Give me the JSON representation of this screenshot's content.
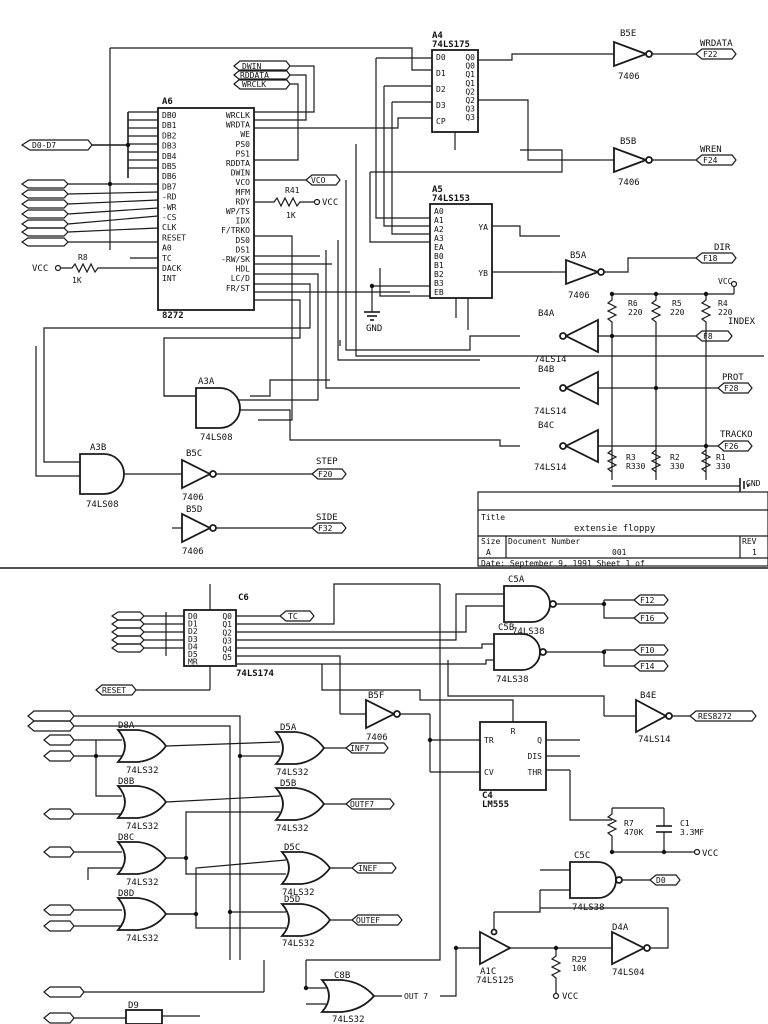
{
  "sheet_top": {
    "chips": {
      "a6": {
        "ref": "A6",
        "part": "8272",
        "pins_left": [
          "DB0",
          "DB1",
          "DB2",
          "DB3",
          "DB4",
          "DB5",
          "DB6",
          "DB7",
          "-RD",
          "-WR",
          "-CS",
          "CLK",
          "RESET",
          "A0",
          "TC",
          "DACK",
          "INT"
        ],
        "pins_right": [
          "WRCLK",
          "WRDTA",
          "WE",
          "PS0",
          "PS1",
          "RDDTA",
          "DWIN",
          "VCO",
          "MFM",
          "RDY",
          "WP/TS",
          "IDX",
          "F/TRKO",
          "DS0",
          "DS1",
          "-RW/SK",
          "HDL",
          "LC/D",
          "FR/ST"
        ]
      },
      "a4": {
        "ref": "A4",
        "part": "74LS175",
        "pins_left": [
          "D0",
          "D1",
          "D2",
          "D3",
          "CP"
        ],
        "pins_right": [
          "Q0",
          "Q0",
          "Q1",
          "Q1",
          "Q2",
          "Q2",
          "Q3",
          "Q3"
        ]
      },
      "a5": {
        "ref": "A5",
        "part": "74LS153",
        "pins_left": [
          "A0",
          "A1",
          "A2",
          "A3",
          "EA",
          "B0",
          "B1",
          "B2",
          "B3",
          "EB"
        ],
        "pins_right": [
          "YA",
          "YB"
        ]
      }
    },
    "gates": {
      "b5e": "B5E",
      "b5e_part": "7406",
      "b5b": "B5B",
      "b5b_part": "7406",
      "b5a": "B5A",
      "b5a_part": "7406",
      "b4a": "B4A",
      "b4a_part": "74LS14",
      "b4b": "B4B",
      "b4b_part": "74LS14",
      "b4c": "B4C",
      "b4c_part": "74LS14",
      "a3a": "A3A",
      "a3a_part": "74LS08",
      "a3b": "A3B",
      "a3b_part": "74LS08",
      "b5c": "B5C",
      "b5c_part": "7406",
      "b5d": "B5D",
      "b5d_part": "7406"
    },
    "resistors": {
      "r41": "R41",
      "r41_val": "1K",
      "r8": "R8",
      "r8_val": "1K",
      "r6": "R6",
      "r6_val": "220",
      "r5": "R5",
      "r5_val": "220",
      "r4": "R4",
      "r4_val": "220",
      "r3": "R3",
      "r3_val": "R330",
      "r2": "R2",
      "r2_val": "330",
      "r1": "R1",
      "r1_val": "330"
    },
    "signals": {
      "d0d7": "D0-D7",
      "dwin": "DWIN",
      "rddata": "RDDATA",
      "wrclk": "WRCLK",
      "vco": "VCO",
      "vcc": "VCC",
      "gnd": "GND",
      "gnd2": "GND",
      "wrdata": "WRDATA",
      "wrdata_pin": "F22",
      "wren": "WREN",
      "wren_pin": "F24",
      "dir": "DIR",
      "dir_pin": "F18",
      "index": "INDEX",
      "index_pin": "F8",
      "prot": "PROT",
      "prot_pin": "F28",
      "tracko": "TRACKO",
      "tracko_pin": "F26",
      "step": "STEP",
      "step_pin": "F20",
      "side": "SIDE",
      "side_pin": "F32"
    },
    "title_block": {
      "title_label": "Title",
      "title": "extensie floppy",
      "size_label": "Size",
      "docnum_label": "Document Number",
      "rev_label": "REV",
      "size": "A",
      "docnum": "001",
      "rev": "1",
      "date_row": "Date: September  9, 1991 Sheet    1 of"
    }
  },
  "sheet_bottom": {
    "chips": {
      "c6": {
        "ref": "C6",
        "part": "74LS174",
        "pins_left": [
          "D0",
          "D1",
          "D2",
          "D3",
          "D4",
          "D5",
          "MR"
        ],
        "pins_right": [
          "Q0",
          "Q1",
          "Q2",
          "Q3",
          "Q4",
          "Q5"
        ]
      },
      "c4": {
        "ref": "C4",
        "part": "LM555",
        "pins": [
          "TR",
          "R",
          "Q",
          "DIS",
          "CV",
          "THR"
        ]
      }
    },
    "gates": {
      "c5a": "C5A",
      "c5a_part": "74LS38",
      "c5b": "C5B",
      "c5b_part": "74LS38",
      "c5c": "C5C",
      "c5c_part": "74LS38",
      "b4e": "B4E",
      "b4e_part": "74LS14",
      "b5f": "B5F",
      "b5f_part": "7406",
      "d8a": "D8A",
      "d8a_part": "74LS32",
      "d8b": "D8B",
      "d8b_part": "74LS32",
      "d8c": "D8C",
      "d8c_part": "74LS32",
      "d8d": "D8D",
      "d8d_part": "74LS32",
      "d5a": "D5A",
      "d5a_part": "74LS32",
      "d5b": "D5B",
      "d5b_part": "74LS32",
      "d5c": "D5C",
      "d5c_part": "74LS32",
      "d5d": "D5D",
      "d5d_part": "74LS32",
      "c8b": "C8B",
      "c8b_part": "74LS32",
      "a1c": "A1C",
      "a1c_part": "74LS125",
      "d4a": "D4A",
      "d4a_part": "74LS04",
      "d9": "D9"
    },
    "passives": {
      "r7": "R7",
      "r7_val": "470K",
      "c1": "C1",
      "c1_val": "3.3MF",
      "r29": "R29",
      "r29_val": "10K"
    },
    "signals": {
      "tc": "TC",
      "reset": "RESET",
      "reset8272": "RES8272",
      "f12": "F12",
      "f16": "F16",
      "f10": "F10",
      "f14": "F14",
      "inf7": "INF7",
      "outf7": "OUTF7",
      "inef": "INEF",
      "outef": "OUTEF",
      "out7": "OUT 7",
      "d0": "D0",
      "vcc": "VCC",
      "vcc2": "VCC"
    }
  }
}
